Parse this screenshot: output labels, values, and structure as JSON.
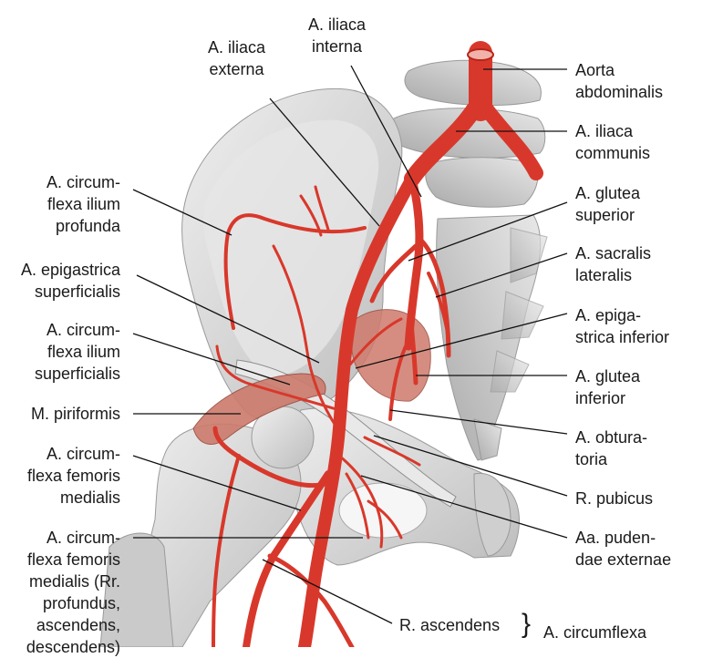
{
  "colors": {
    "artery": "#d8382b",
    "artery_dark": "#b52418",
    "bone": "#d9d9d9",
    "bone_shade": "#b5b5b5",
    "muscle": "#cf7a6c",
    "leader": "#111111",
    "text": "#1a1a1a"
  },
  "labels": {
    "iliaca_interna": [
      "A. iliaca",
      "interna"
    ],
    "iliaca_externa": [
      "A. iliaca",
      "externa"
    ],
    "aorta": [
      "Aorta",
      "abdominalis"
    ],
    "iliaca_communis": [
      "A. iliaca",
      "communis"
    ],
    "glutea_superior": [
      "A. glutea",
      "superior"
    ],
    "sacralis_lateralis": [
      "A. sacralis",
      "lateralis"
    ],
    "epigastrica_inferior": [
      "A. epiga-",
      "strica inferior"
    ],
    "glutea_inferior": [
      "A. glutea",
      "inferior"
    ],
    "obturatoria": [
      "A. obtura-",
      "toria"
    ],
    "pubicus": [
      "R. pubicus"
    ],
    "pudendae": [
      "Aa. puden-",
      "dae externae"
    ],
    "circ_ilium_profunda": [
      "A. circum-",
      "flexa ilium",
      "profunda"
    ],
    "epigastrica_superficialis": [
      "A. epigastrica",
      "superficialis"
    ],
    "circ_ilium_superficialis": [
      "A. circum-",
      "flexa ilium",
      "superficialis"
    ],
    "piriformis": [
      "M. piriformis"
    ],
    "circ_femoris_medialis": [
      "A. circum-",
      "flexa femoris",
      "medialis"
    ],
    "circ_femoris_medialis_rr": [
      "A. circum-",
      "flexa femoris",
      "medialis (Rr.",
      "profundus,",
      "ascendens,",
      "descendens)"
    ],
    "r_ascendens": [
      "R. ascendens"
    ],
    "circumflexa_trunc": [
      "A. circumflexa"
    ],
    "brace": "}"
  }
}
